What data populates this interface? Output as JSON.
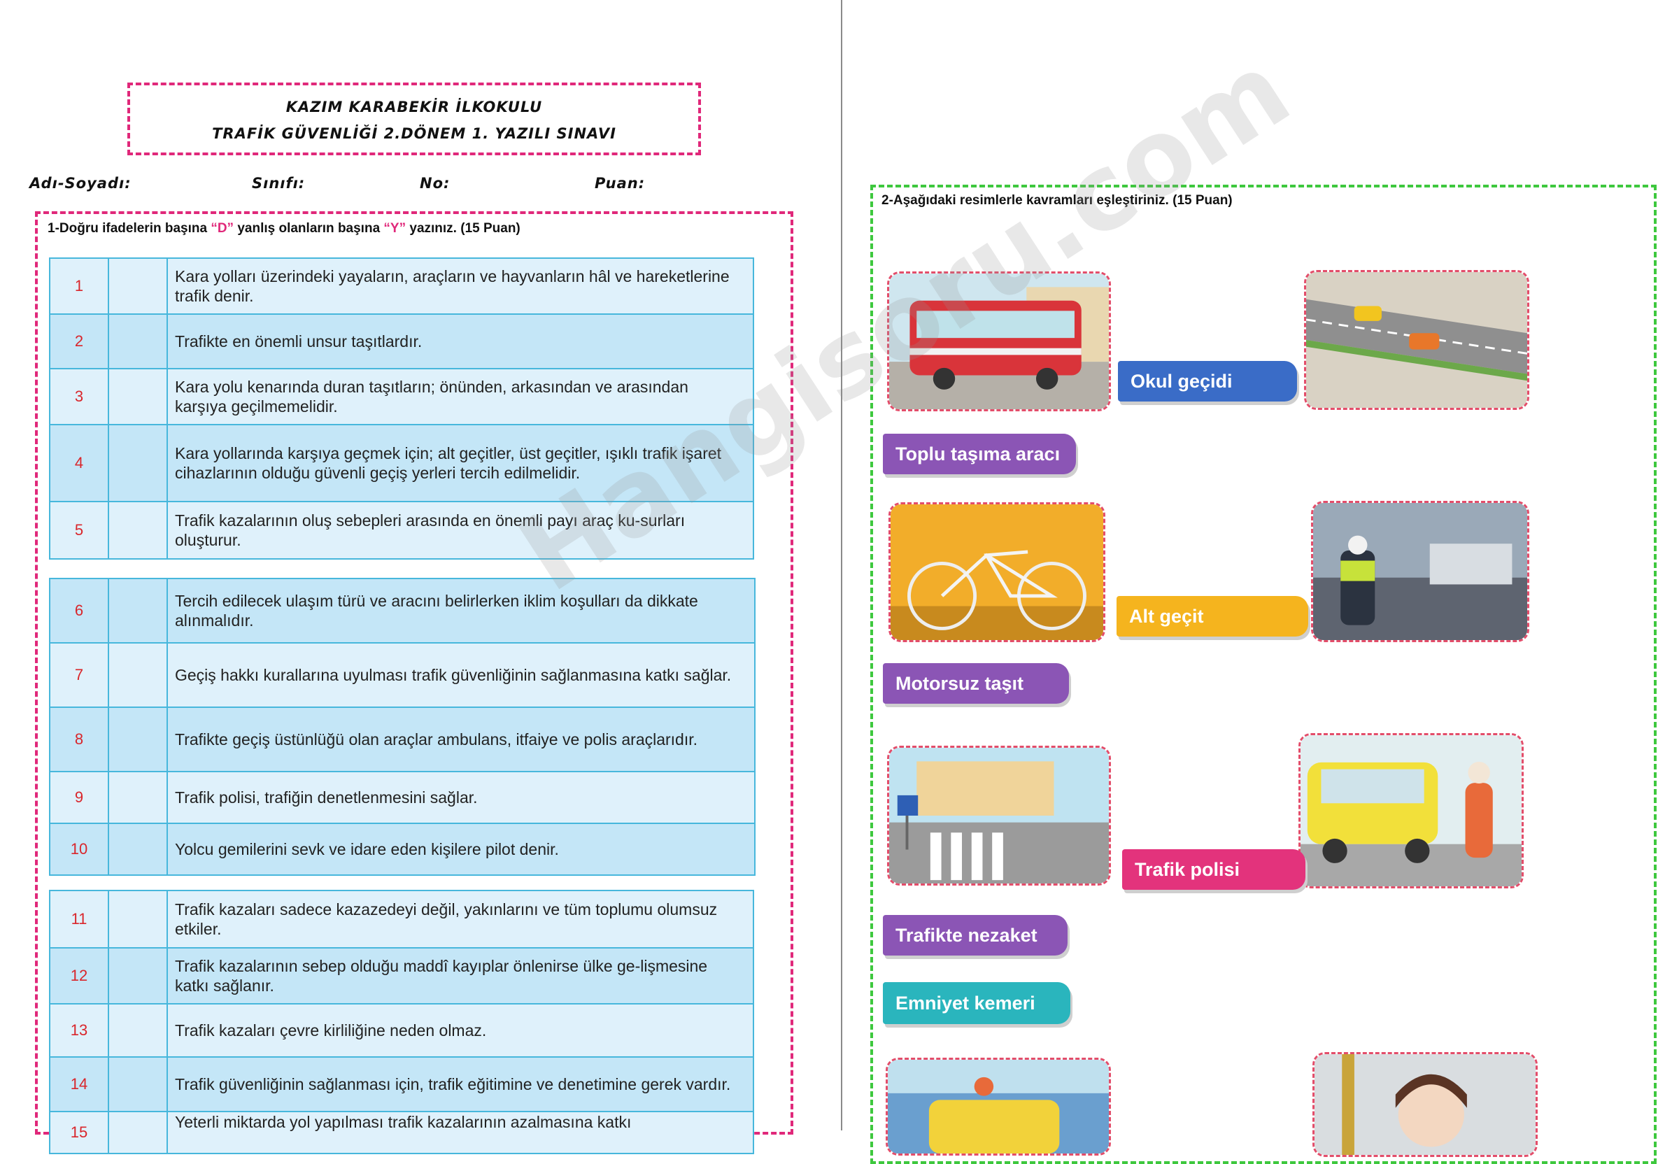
{
  "header": {
    "line1": "KAZIM KARABEKİR İLKOKULU",
    "line2": "TRAFİK GÜVENLİĞİ 2.DÖNEM 1. YAZILI SINAVI"
  },
  "student_info": {
    "name": "Adı-Soyadı:",
    "class": "Sınıfı:",
    "no": "No:",
    "score": "Puan:"
  },
  "q1": {
    "title_a": "1-Doğru ifadelerin başına ",
    "title_d": "“D”",
    "title_b": " yanlış olanların başına ",
    "title_y": "“Y”",
    "title_c": " yazınız. (15 Puan)",
    "group1": [
      {
        "num": "1",
        "text": "Kara yolları üzerindeki yayaların, araçların ve hayvanların hâl ve hareketlerine trafik denir."
      },
      {
        "num": "2",
        "text": "Trafikte en önemli unsur taşıtlardır."
      },
      {
        "num": "3",
        "text": "Kara yolu kenarında duran taşıtların; önünden, arkasından ve arasından karşıya geçilmemelidir."
      },
      {
        "num": "4",
        "text": "Kara yollarında karşıya geçmek için; alt geçitler, üst geçitler, ışıklı trafik işaret cihazlarının olduğu güvenli geçiş yerleri tercih edilmelidir."
      },
      {
        "num": "5",
        "text": "Trafik kazalarının oluş sebepleri arasında en önemli payı araç ku-surları oluşturur."
      }
    ],
    "group2": [
      {
        "num": "6",
        "text": "Tercih edilecek ulaşım türü ve aracını belirlerken iklim koşulları da dikkate alınmalıdır."
      },
      {
        "num": "7",
        "text": "Geçiş hakkı kurallarına uyulması trafik güvenliğinin sağlanmasına katkı sağlar."
      },
      {
        "num": "8",
        "text": "Trafikte geçiş üstünlüğü olan araçlar ambulans, itfaiye ve polis araçlarıdır."
      },
      {
        "num": "9",
        "text": " Trafik polisi, trafiğin denetlenmesini sağlar."
      },
      {
        "num": "10",
        "text": "Yolcu gemilerini sevk ve idare eden kişilere pilot denir."
      }
    ],
    "group3": [
      {
        "num": "11",
        "text": "Trafik kazaları sadece kazazedeyi değil, yakınlarını ve tüm toplumu olumsuz etkiler."
      },
      {
        "num": "12",
        "text": "Trafik kazalarının sebep olduğu maddî kayıplar önlenirse ülke ge-lişmesine katkı sağlanır."
      },
      {
        "num": "13",
        "text": "Trafik kazaları çevre kirliliğine neden olmaz."
      },
      {
        "num": "14",
        "text": "Trafik güvenliğinin sağlanması için, trafik eğitimine ve denetimine gerek vardır."
      },
      {
        "num": "15",
        "text": "Yeterli miktarda yol yapılması trafik kazalarının azalmasına katkı"
      }
    ]
  },
  "q2": {
    "title": "2-Aşağıdaki resimlerle kavramları eşleştiriniz. (15 Puan)",
    "labels": {
      "okul_gecidi": "Okul geçidi",
      "toplu_tasima": "Toplu taşıma aracı",
      "alt_gecit": "Alt geçit",
      "motorsuz": "Motorsuz taşıt",
      "trafik_polisi": "Trafik polisi",
      "nezaket": "Trafikte nezaket",
      "emniyet": "Emniyet kemeri"
    },
    "colors": {
      "blue": "#3a6cc7",
      "purple": "#8b55b5",
      "yellow": "#f5b41e",
      "pink": "#e3337c",
      "teal": "#2ab5bd",
      "frame": "#e34d6a"
    }
  },
  "watermark": "Hangisoru.com"
}
